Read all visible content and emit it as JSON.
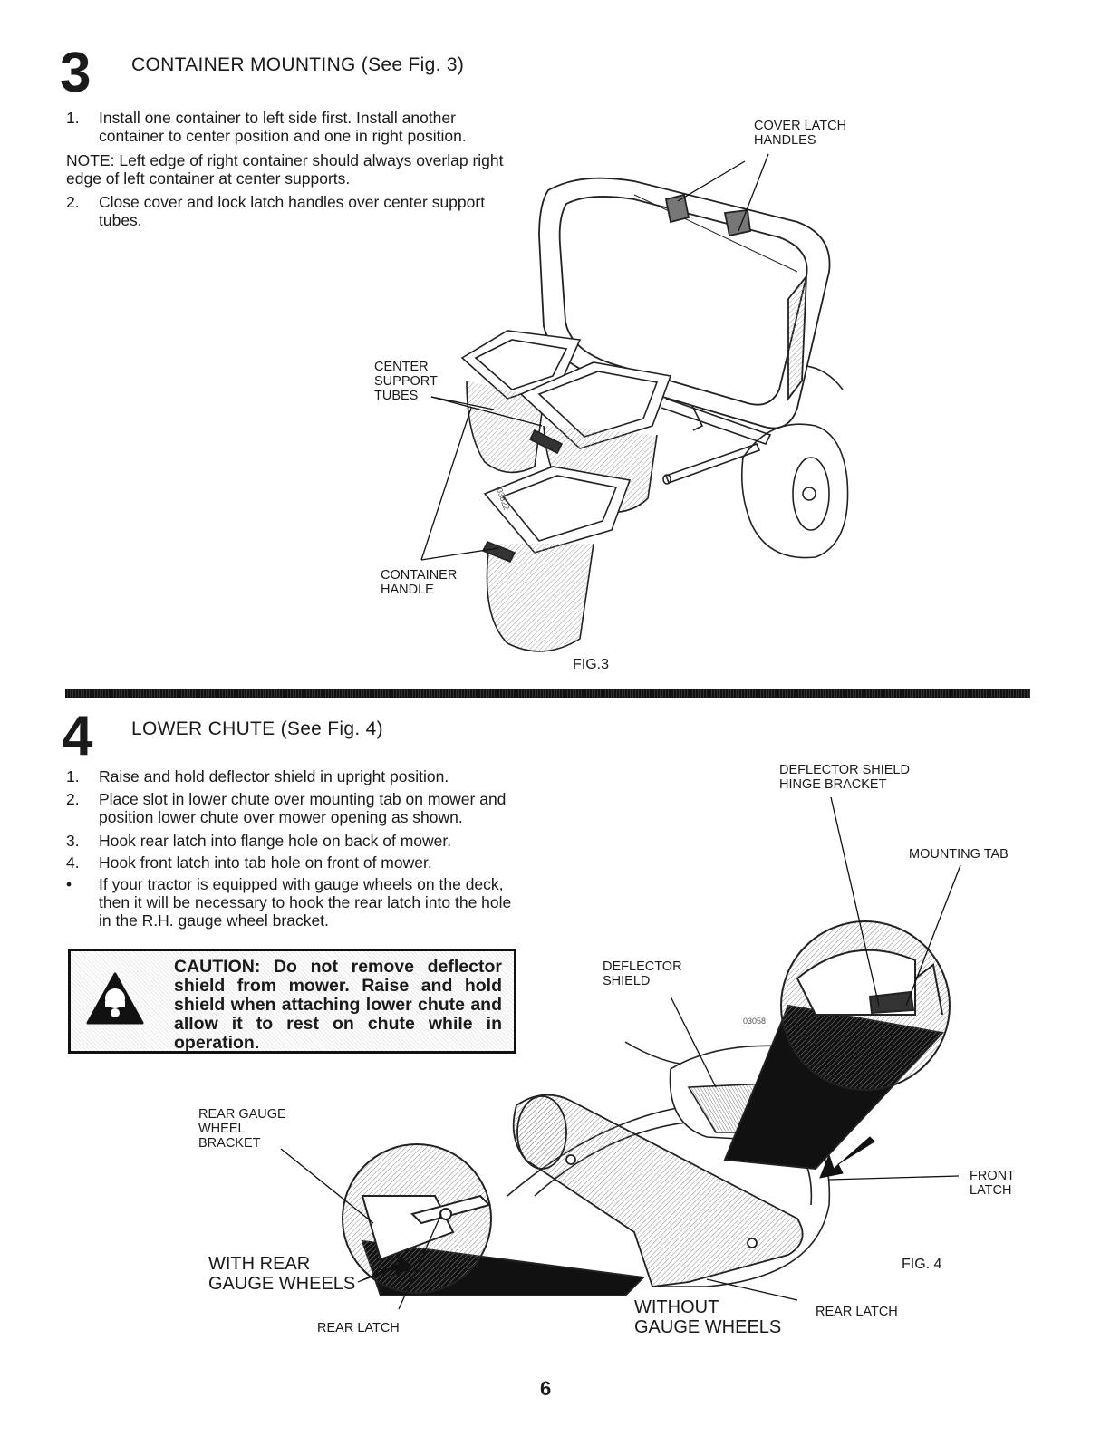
{
  "section3": {
    "number": "3",
    "title": "CONTAINER MOUNTING (See Fig. 3)",
    "steps": [
      {
        "num": "1.",
        "text": "Install one container to left side first. Install another container to center position and one in right position."
      },
      {
        "num": "2.",
        "text": "Close cover and lock latch handles over center support tubes."
      }
    ],
    "note_label": "NOTE:",
    "note_text": " Left edge of right container should always overlap right edge of left container at center supports.",
    "figure": {
      "cover_latch_label": "COVER LATCH\nHANDLES",
      "center_support_label": "CENTER\nSUPPORT\nTUBES",
      "container_handle_label": "CONTAINER\nHANDLE",
      "caption": "FIG.3",
      "code": "03822"
    }
  },
  "section4": {
    "number": "4",
    "title": "LOWER CHUTE (See Fig. 4)",
    "steps": [
      {
        "num": "1.",
        "text": "Raise and hold deflector shield in upright position."
      },
      {
        "num": "2.",
        "text": "Place slot in lower chute over mounting tab on mower and position lower chute over mower opening as shown."
      },
      {
        "num": "3.",
        "text": "Hook rear latch into flange hole on back of mower."
      },
      {
        "num": "4.",
        "text": "Hook front latch into tab hole on front of mower."
      },
      {
        "num": "•",
        "text": "If your tractor is equipped with gauge wheels on the deck, then it will be necessary to hook the rear latch into the hole in the R.H. gauge wheel bracket."
      }
    ],
    "caution": "CAUTION: Do not remove deflector shield from mower. Raise and hold shield when attaching lower chute and allow it to rest on chute while in operation.",
    "figure": {
      "hinge_bracket_label": "DEFLECTOR SHIELD\nHINGE BRACKET",
      "mounting_tab_label": "MOUNTING TAB",
      "deflector_shield_label": "DEFLECTOR\nSHIELD",
      "front_latch_label": "FRONT\nLATCH",
      "rear_gauge_label": "REAR GAUGE\nWHEEL\nBRACKET",
      "with_rear_label": "WITH REAR\nGAUGE WHEELS",
      "rear_latch_left_label": "REAR LATCH",
      "without_label": "WITHOUT\nGAUGE WHEELS",
      "rear_latch_right_label": "REAR LATCH",
      "caption": "FIG. 4",
      "code": "03058"
    }
  },
  "page_number": "6"
}
